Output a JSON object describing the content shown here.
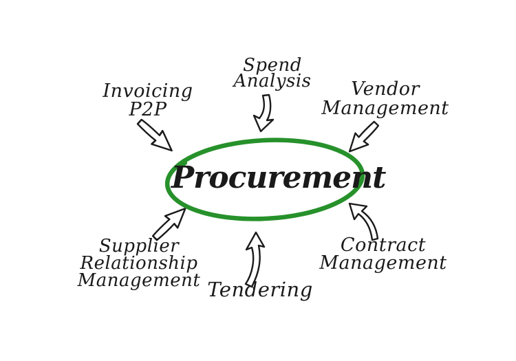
{
  "diagram": {
    "type": "hub-and-spokes",
    "center_label": "Procurement",
    "nodes": [
      {
        "id": "invoicing-p2p",
        "position": "top-left",
        "lines": [
          "Invoicing",
          "P2P"
        ]
      },
      {
        "id": "spend-analysis",
        "position": "top-center",
        "lines": [
          "Spend",
          "Analysis"
        ]
      },
      {
        "id": "vendor-management",
        "position": "top-right",
        "lines": [
          "Vendor",
          "Management"
        ]
      },
      {
        "id": "supplier-relationship-management",
        "position": "bottom-left",
        "lines": [
          "Supplier",
          "Relationship",
          "Management"
        ]
      },
      {
        "id": "tendering",
        "position": "bottom-center",
        "lines": [
          "Tendering"
        ]
      },
      {
        "id": "contract-management",
        "position": "bottom-right",
        "lines": [
          "Contract",
          "Management"
        ]
      }
    ],
    "colors": {
      "ellipse_green": "#27912b",
      "text": "#1a1a1a",
      "background": "#ffffff",
      "arrow_outline": "#1b1b1b",
      "arrow_fill": "#ffffff"
    }
  }
}
